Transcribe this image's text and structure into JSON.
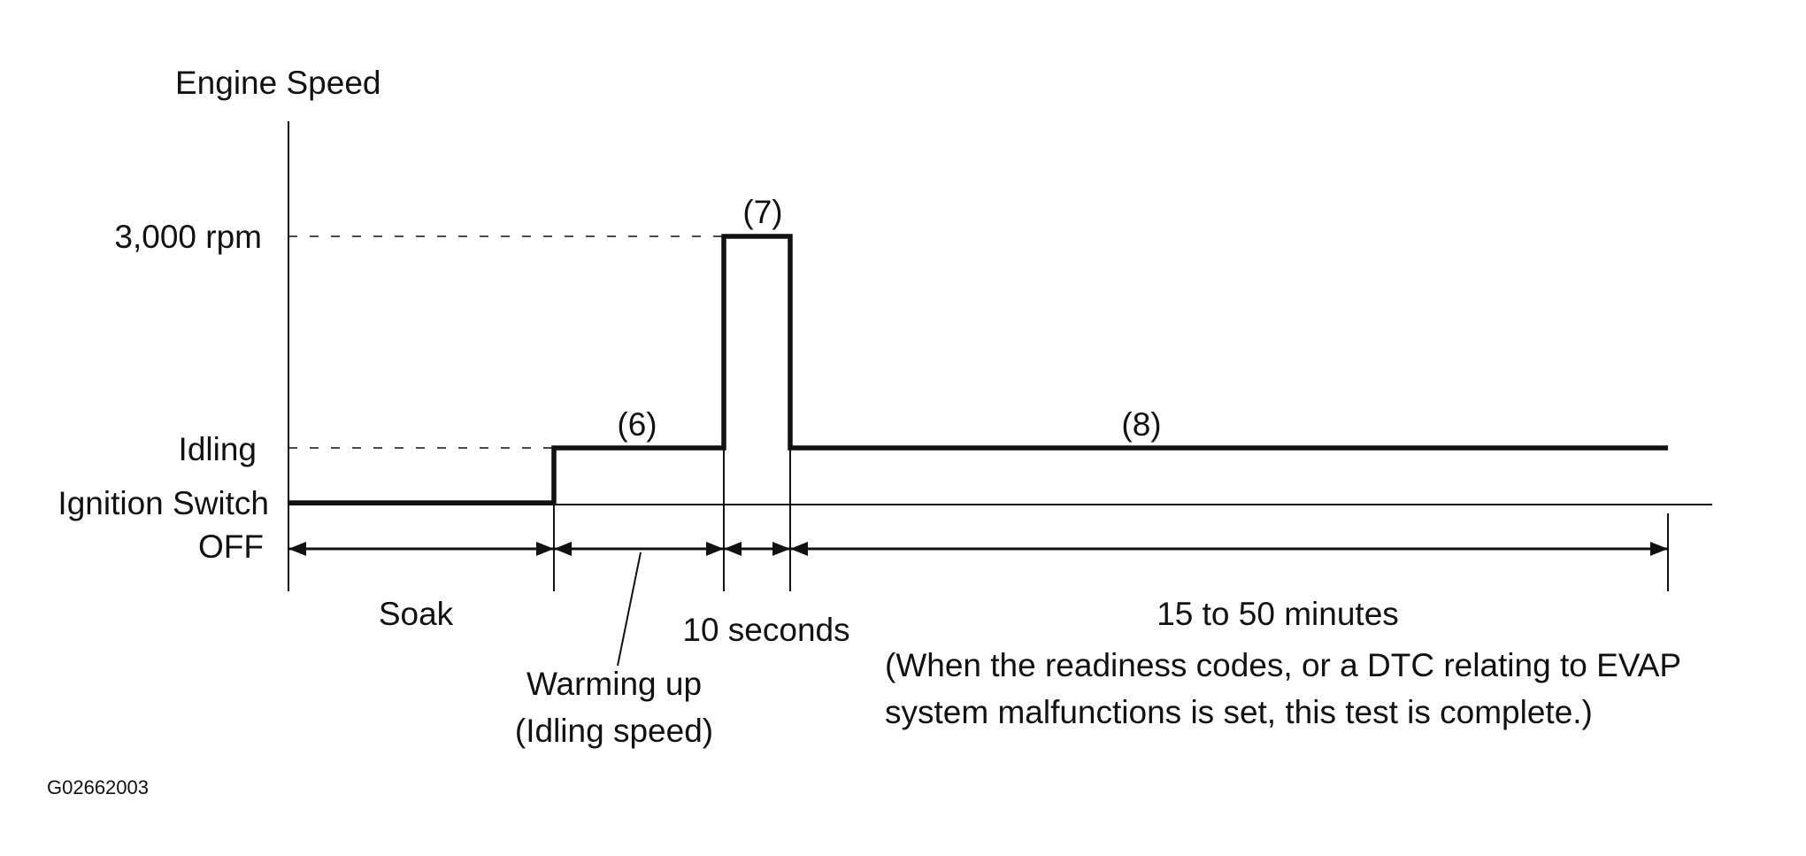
{
  "labels": {
    "y_axis_title": "Engine Speed",
    "rpm_3000": "3,000 rpm",
    "idling": "Idling",
    "ignition_switch": "Ignition Switch",
    "off": "OFF",
    "step_6": "(6)",
    "step_7": "(7)",
    "step_8": "(8)",
    "soak": "Soak",
    "ten_seconds": "10 seconds",
    "warming_up_line1": "Warming up",
    "warming_up_line2": "(Idling speed)",
    "duration_15_50": "15 to 50 minutes",
    "note_line1": "(When the readiness codes, or a DTC relating to EVAP",
    "note_line2": "system malfunctions is set, this test is complete.)",
    "figure_id": "G02662003"
  },
  "phases": [
    {
      "name": "Soak",
      "level": "OFF"
    },
    {
      "name": "Warming up (Idling speed)",
      "level": "Idling",
      "step": "(6)"
    },
    {
      "name": "10 seconds",
      "level": "3,000 rpm",
      "step": "(7)"
    },
    {
      "name": "15 to 50 minutes",
      "level": "Idling",
      "step": "(8)"
    }
  ]
}
